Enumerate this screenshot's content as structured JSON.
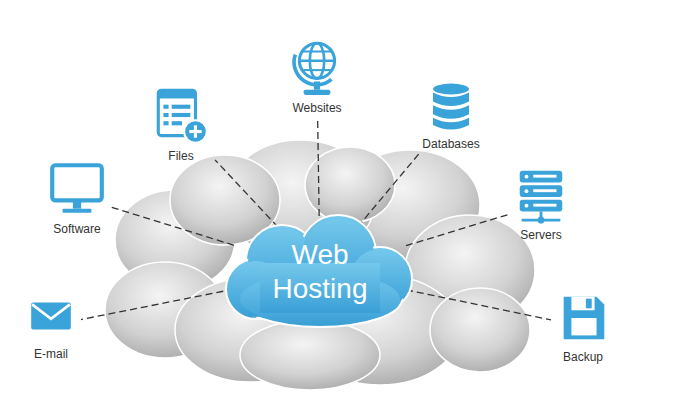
{
  "diagram": {
    "nodes": [
      {
        "text": [
          "Websites"
        ]
      },
      {
        "text": [
          "Files"
        ]
      },
      {
        "text": [
          "Databases"
        ]
      },
      {
        "text": [
          "Software"
        ]
      },
      {
        "text": [
          "Servers"
        ]
      },
      {
        "text": [
          "Web Hosting"
        ]
      },
      {
        "text": [
          "E-mail"
        ]
      },
      {
        "text": [
          "Backup"
        ]
      }
    ],
    "edges": [
      {
        "from": 5,
        "to": 0,
        "arrow": "none"
      },
      {
        "from": 5,
        "to": 1,
        "arrow": "none"
      },
      {
        "from": 5,
        "to": 2,
        "arrow": "none"
      },
      {
        "from": 5,
        "to": 3,
        "arrow": "none"
      },
      {
        "from": 5,
        "to": 4,
        "arrow": "none"
      },
      {
        "from": 5,
        "to": 6,
        "arrow": "none"
      },
      {
        "from": 5,
        "to": 7,
        "arrow": "none"
      }
    ]
  }
}
